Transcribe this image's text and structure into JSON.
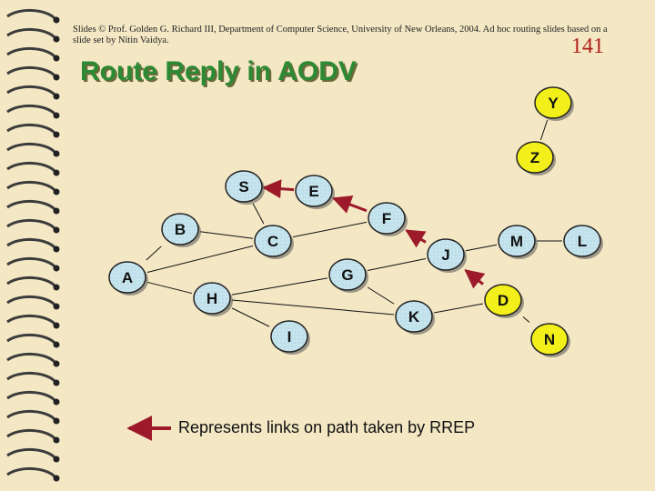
{
  "credit": "Slides © Prof. Golden G. Richard III, Department of Computer Science, University of New Orleans, 2004. Ad hoc routing slides based on a slide set by Nitin Vaidya.",
  "page_number": "141",
  "title": "Route Reply in AODV",
  "legend": "Represents links on path taken by RREP",
  "colors": {
    "background": "#f3e7c4",
    "node_plain": "#c6e4ee",
    "node_highlight": "#f2ef1a",
    "link_plain": "#111111",
    "link_rrep": "#9c1a2a",
    "title": "#2d8a34",
    "page_number": "#b0201a"
  },
  "nodes": [
    {
      "id": "S",
      "label": "S",
      "highlight": false
    },
    {
      "id": "E",
      "label": "E",
      "highlight": false
    },
    {
      "id": "F",
      "label": "F",
      "highlight": false
    },
    {
      "id": "B",
      "label": "B",
      "highlight": false
    },
    {
      "id": "C",
      "label": "C",
      "highlight": false
    },
    {
      "id": "J",
      "label": "J",
      "highlight": false
    },
    {
      "id": "M",
      "label": "M",
      "highlight": false
    },
    {
      "id": "L",
      "label": "L",
      "highlight": false
    },
    {
      "id": "A",
      "label": "A",
      "highlight": false
    },
    {
      "id": "G",
      "label": "G",
      "highlight": false
    },
    {
      "id": "H",
      "label": "H",
      "highlight": false
    },
    {
      "id": "K",
      "label": "K",
      "highlight": false
    },
    {
      "id": "D",
      "label": "D",
      "highlight": true
    },
    {
      "id": "I",
      "label": "I",
      "highlight": false
    },
    {
      "id": "N",
      "label": "N",
      "highlight": true
    },
    {
      "id": "Y",
      "label": "Y",
      "highlight": true
    },
    {
      "id": "Z",
      "label": "Z",
      "highlight": true
    }
  ],
  "links": [
    {
      "from": "E",
      "to": "S",
      "rrep": true
    },
    {
      "from": "F",
      "to": "E",
      "rrep": true
    },
    {
      "from": "D",
      "to": "J",
      "rrep": true
    },
    {
      "from": "J",
      "to": "F",
      "rrep": true
    },
    {
      "from": "S",
      "to": "C",
      "rrep": false
    },
    {
      "from": "B",
      "to": "C",
      "rrep": false
    },
    {
      "from": "B",
      "to": "A",
      "rrep": false
    },
    {
      "from": "C",
      "to": "F",
      "rrep": false
    },
    {
      "from": "C",
      "to": "A",
      "rrep": false
    },
    {
      "from": "A",
      "to": "H",
      "rrep": false
    },
    {
      "from": "H",
      "to": "K",
      "rrep": false
    },
    {
      "from": "H",
      "to": "I",
      "rrep": false
    },
    {
      "from": "H",
      "to": "G",
      "rrep": false
    },
    {
      "from": "G",
      "to": "K",
      "rrep": false
    },
    {
      "from": "K",
      "to": "D",
      "rrep": false
    },
    {
      "from": "J",
      "to": "M",
      "rrep": false
    },
    {
      "from": "M",
      "to": "L",
      "rrep": false
    },
    {
      "from": "D",
      "to": "N",
      "rrep": false
    },
    {
      "from": "Z",
      "to": "Y",
      "rrep": false
    },
    {
      "from": "G",
      "to": "J",
      "rrep": false
    }
  ]
}
